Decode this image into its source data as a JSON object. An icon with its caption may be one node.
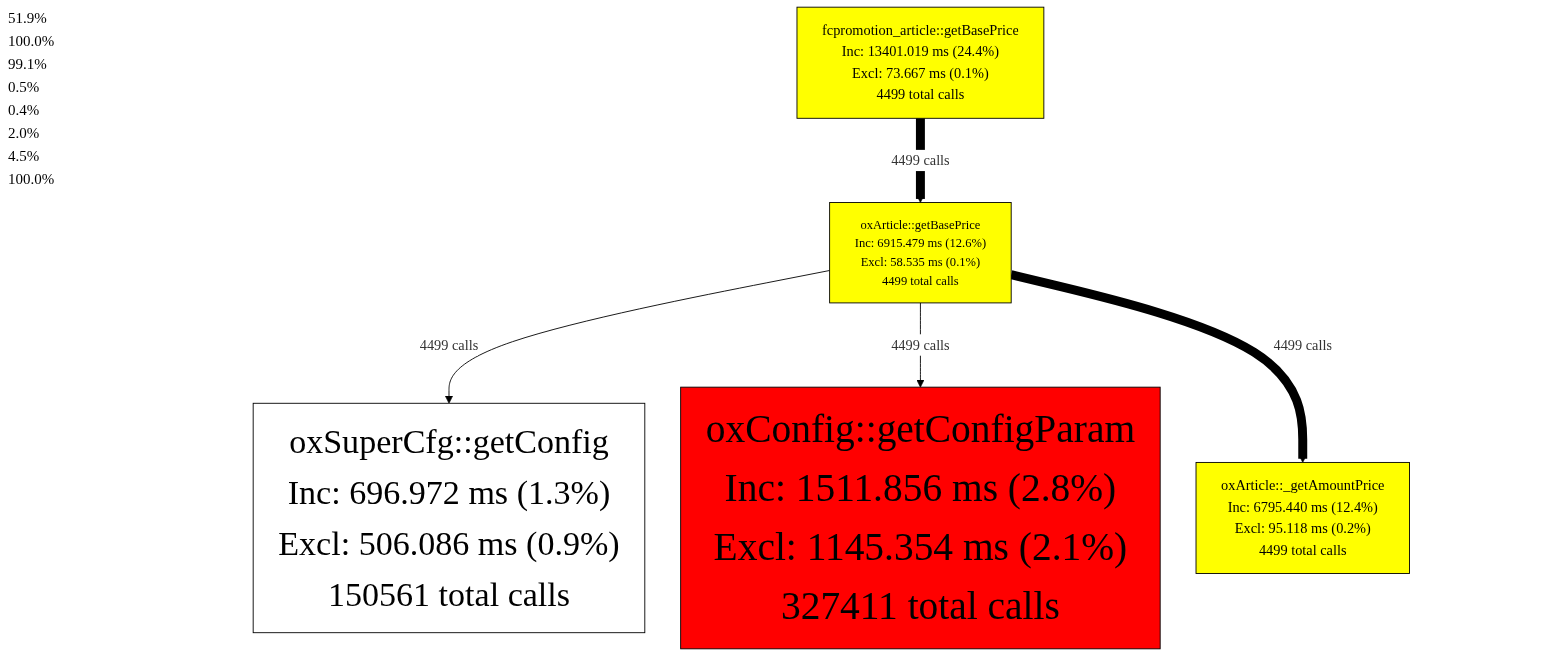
{
  "diagram": {
    "nodes": [
      {
        "text": [
          "fcpromotion_article::getBasePrice",
          "Inc: 13401.019 ms (24.4%)",
          "Excl: 73.667 ms (0.1%)",
          "4499 total calls"
        ]
      },
      {
        "text": [
          "oxArticle::getBasePrice",
          "Inc: 6915.479 ms (12.6%)",
          "Excl: 58.535 ms (0.1%)",
          "4499 total calls"
        ]
      },
      {
        "text": [
          "oxSuperCfg::getConfig",
          "Inc: 696.972 ms (1.3%)",
          "Excl: 506.086 ms (0.9%)",
          "150561 total calls"
        ]
      },
      {
        "text": [
          "oxConfig::getConfigParam",
          "Inc: 1511.856 ms (2.8%)",
          "Excl: 1145.354 ms (2.1%)",
          "327411 total calls"
        ]
      },
      {
        "text": [
          "oxArticle::_getAmountPrice",
          "Inc: 6795.440 ms (12.4%)",
          "Excl: 95.118 ms (0.2%)",
          "4499 total calls"
        ]
      }
    ],
    "edges": [
      {
        "from": 0,
        "to": 1,
        "arrow": "to",
        "label": "4499 calls",
        "style": "thick"
      },
      {
        "from": 1,
        "to": 2,
        "arrow": "to",
        "label": "4499 calls"
      },
      {
        "from": 1,
        "to": 3,
        "arrow": "to",
        "label": "4499 calls"
      },
      {
        "from": 1,
        "to": 4,
        "arrow": "to",
        "label": "4499 calls",
        "style": "thick"
      }
    ],
    "labels": [
      "51.9%",
      "100.0%",
      "99.1%",
      "0.5%",
      "0.4%",
      "2.0%",
      "4.5%",
      "100.0%"
    ]
  }
}
